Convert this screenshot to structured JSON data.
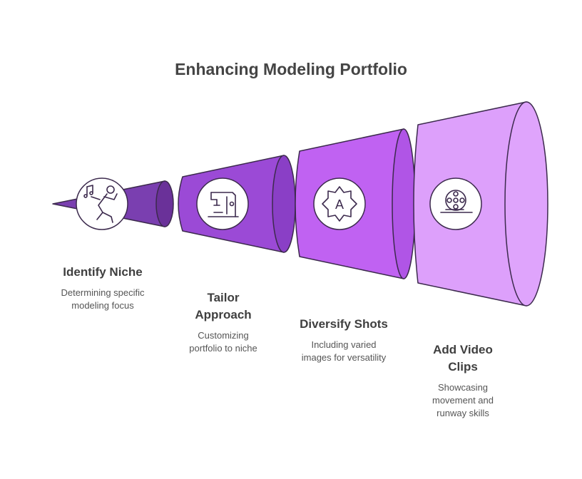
{
  "title": "Enhancing Modeling Portfolio",
  "stages": [
    {
      "heading": [
        "Identify Niche"
      ],
      "description": [
        "Determining specific",
        "modeling focus"
      ],
      "icon": "dancer-music-icon",
      "color": "#7a3fb0"
    },
    {
      "heading": [
        "Tailor",
        "Approach"
      ],
      "description": [
        "Customizing",
        "portfolio to niche"
      ],
      "icon": "sewing-machine-icon",
      "color": "#9b4ad6"
    },
    {
      "heading": [
        "Diversify Shots"
      ],
      "description": [
        "Including varied",
        "images for versatility"
      ],
      "icon": "badge-letter-a-icon",
      "color": "#c062f2"
    },
    {
      "heading": [
        "Add Video",
        "Clips"
      ],
      "description": [
        "Showcasing",
        "movement and",
        "runway skills"
      ],
      "icon": "film-reel-icon",
      "color": "#dda0fb"
    }
  ],
  "icon_badge_letter": "A"
}
